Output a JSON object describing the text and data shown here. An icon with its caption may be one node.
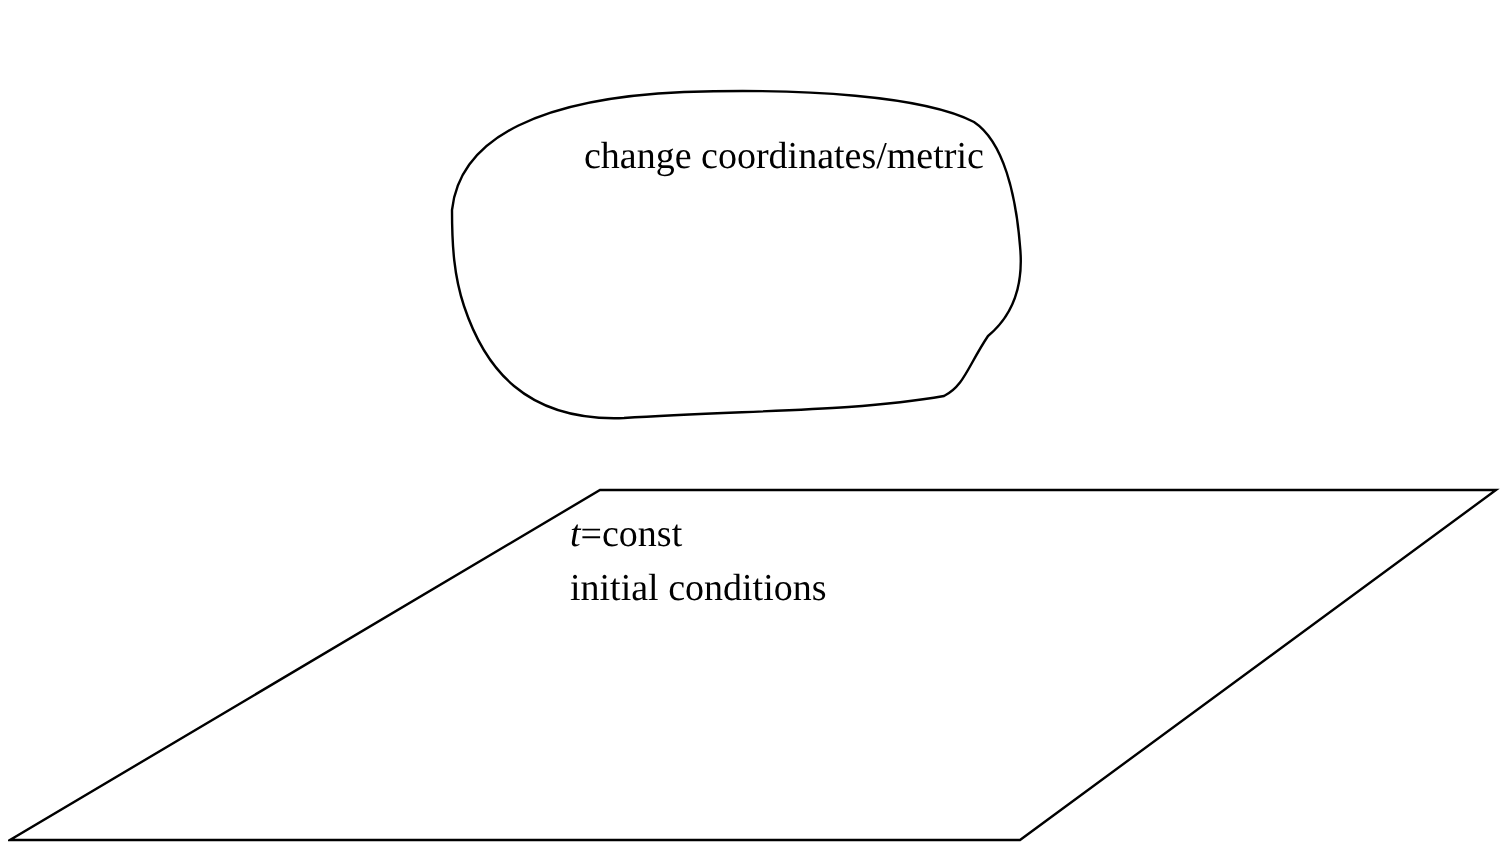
{
  "diagram": {
    "nodes": [
      {
        "text": [
          "change coordinates/metric"
        ]
      },
      {
        "text": [
          "*t*=const",
          "initial conditions"
        ]
      }
    ]
  }
}
